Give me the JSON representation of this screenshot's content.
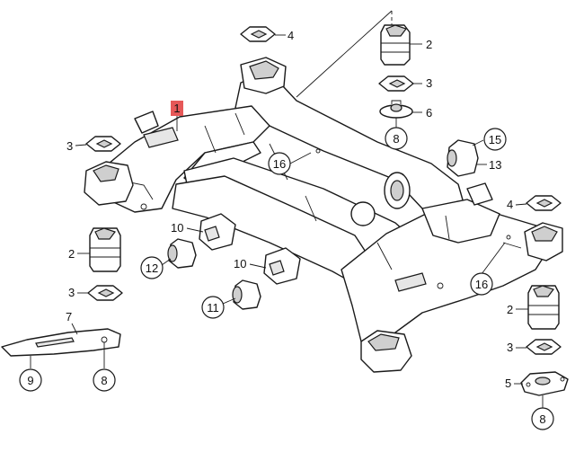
{
  "callouts": {
    "c1": "1",
    "c2_top": "2",
    "c2_left": "2",
    "c2_right": "2",
    "c3_a": "3",
    "c3_b": "3",
    "c3_c": "3",
    "c3_d": "3",
    "c4_top": "4",
    "c4_right": "4",
    "c5": "5",
    "c6": "6",
    "c7": "7",
    "c8_top": "8",
    "c8_left": "8",
    "c8_right": "8",
    "c9": "9",
    "c10_a": "10",
    "c10_b": "10",
    "c11": "11",
    "c12": "12",
    "c13": "13",
    "c15": "15",
    "c16_a": "16",
    "c16_b": "16"
  },
  "colors": {
    "line": "#1a1a1a",
    "highlight_box": "#e23b3b",
    "background": "#ffffff"
  }
}
